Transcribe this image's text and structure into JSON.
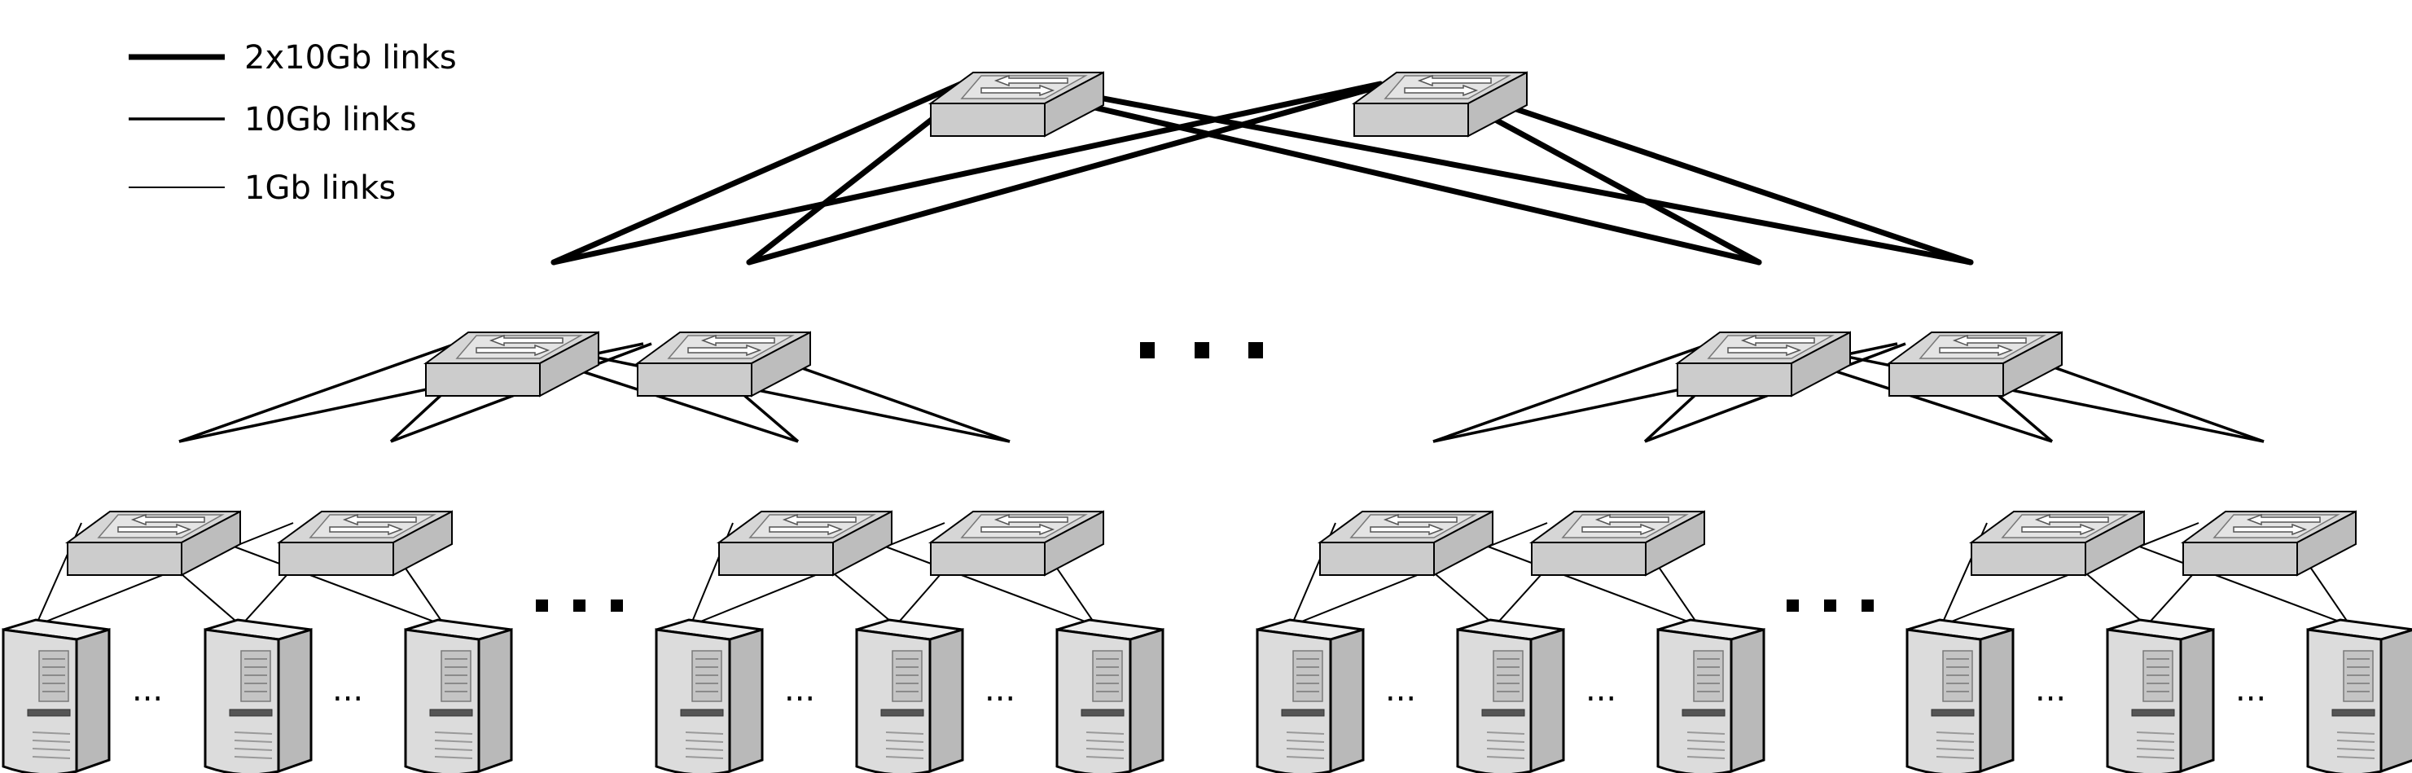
{
  "legend": {
    "items": [
      {
        "label": "2x10Gb links",
        "weight": "thick"
      },
      {
        "label": "10Gb links",
        "weight": "medium"
      },
      {
        "label": "1Gb links",
        "weight": "thin"
      }
    ]
  },
  "ellipsis": {
    "aggregation": "■ ■ ■",
    "servers": "■ ■ ■",
    "server_gap": "..."
  },
  "colors": {
    "switch_front": "#cccccc",
    "switch_top": "#d6d6d6",
    "switch_side": "#bdbdbd",
    "server_body": "#dcdcdc",
    "link": "#000000"
  },
  "icons": {
    "switch": "network-switch-icon",
    "server": "tower-server-icon"
  }
}
